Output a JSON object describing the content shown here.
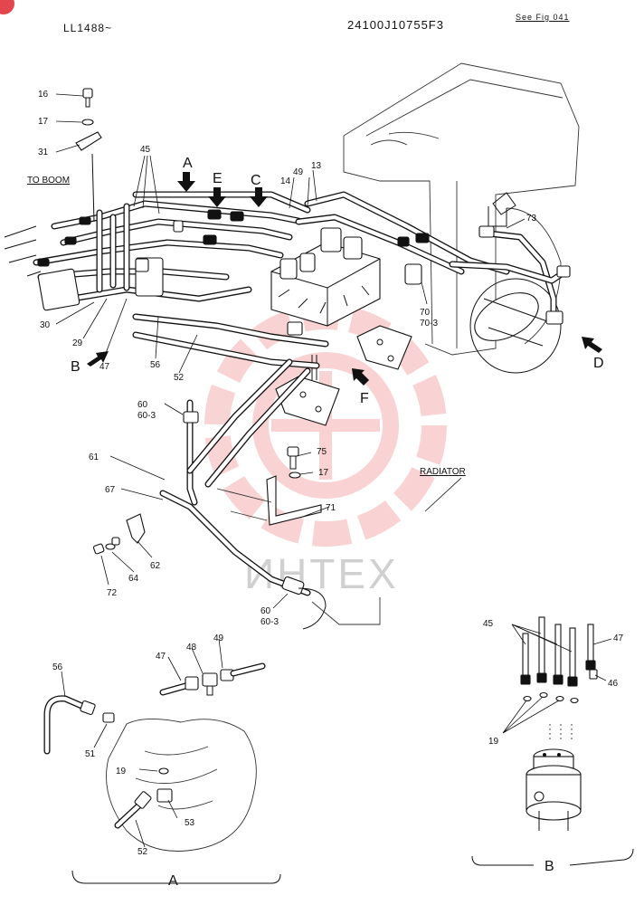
{
  "header": {
    "left_code": "LL1488~",
    "part_number": "24100J10755F3",
    "reference": "See Fig 041"
  },
  "notes": {
    "to_boom": "TO BOOM",
    "radiator": "RADIATOR"
  },
  "arrows": [
    "A",
    "E",
    "C",
    "B",
    "F",
    "D"
  ],
  "callouts": [
    "16",
    "17",
    "31",
    "45",
    "49",
    "13",
    "14",
    "73",
    "30",
    "29",
    "47",
    "56",
    "52",
    "70",
    "70-3",
    "60",
    "60-3",
    "61",
    "67",
    "75",
    "17",
    "71",
    "62",
    "64",
    "72",
    "60",
    "60-3"
  ],
  "detail_a": {
    "label": "A",
    "callouts": [
      "56",
      "47",
      "48",
      "49",
      "51",
      "19",
      "53",
      "52"
    ]
  },
  "detail_b": {
    "label": "B",
    "callouts": [
      "45",
      "47",
      "46",
      "19"
    ]
  },
  "watermark": "ИНТЕХ"
}
